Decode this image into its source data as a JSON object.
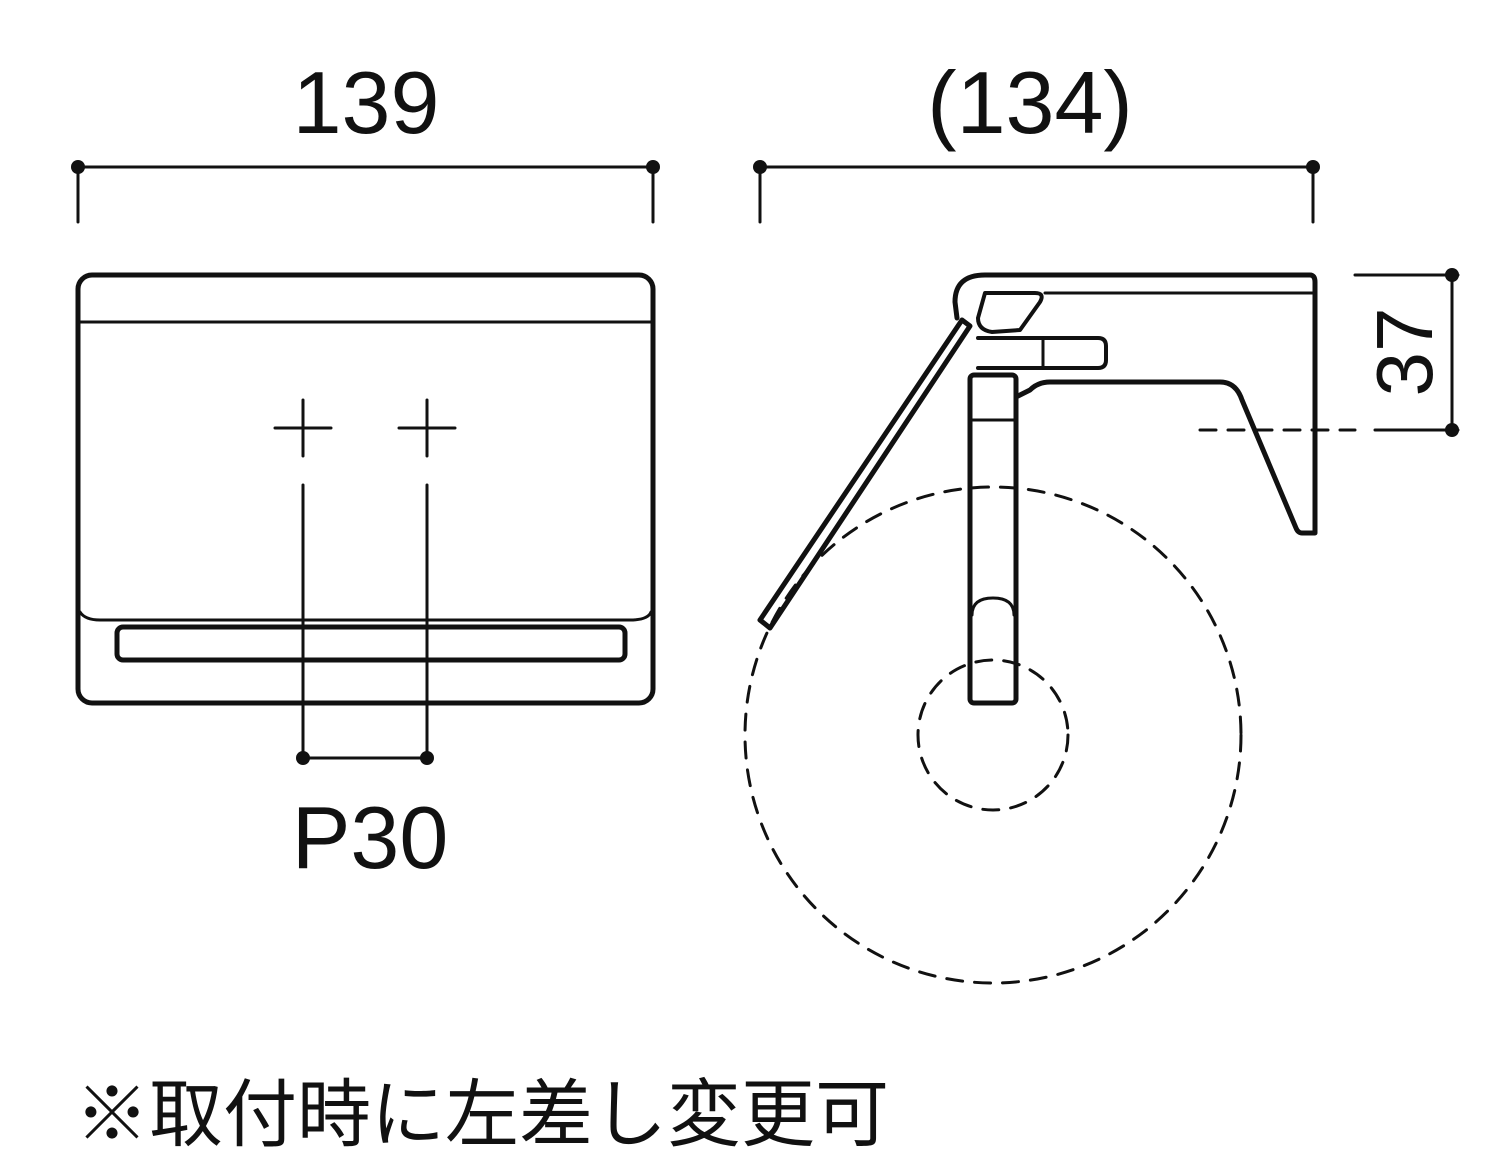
{
  "dimensions": {
    "front_width": "139",
    "side_depth": "(134)",
    "height_offset": "37",
    "pitch": "P30"
  },
  "note": "※取付時に左差し変更可",
  "colors": {
    "line": "#111111",
    "background": "#ffffff"
  }
}
